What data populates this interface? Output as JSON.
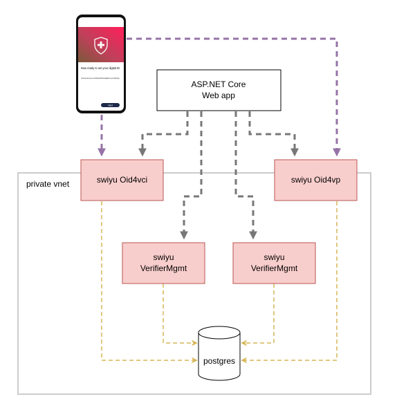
{
  "diagram": {
    "container_label": "private vnet",
    "web_app": {
      "line1": "ASP.NET Core",
      "line2": "Web app"
    },
    "oid4vci": {
      "label": "swiyu Oid4vci"
    },
    "oid4vp": {
      "label": "swiyu Oid4vp"
    },
    "verifier_mgmt_left": {
      "line1": "swiyu",
      "line2": "VerifierMgmt"
    },
    "verifier_mgmt_right": {
      "line1": "swiyu",
      "line2": "VerifierMgmt"
    },
    "database": {
      "label": "postgres"
    },
    "phone": {
      "heading": "Now ready to set your digital ID",
      "body": "You can now set up your a new identity with the beta digital ID on your mobile phone.",
      "button": "Next",
      "icon": "shield-cross-icon"
    }
  },
  "colors": {
    "service_fill": "#f8cecc",
    "service_stroke": "#b85450",
    "wallet_arrow": "#9673a6",
    "app_arrow": "#777777",
    "db_arrow": "#d6b656",
    "vnet_border": "#cccccc"
  }
}
